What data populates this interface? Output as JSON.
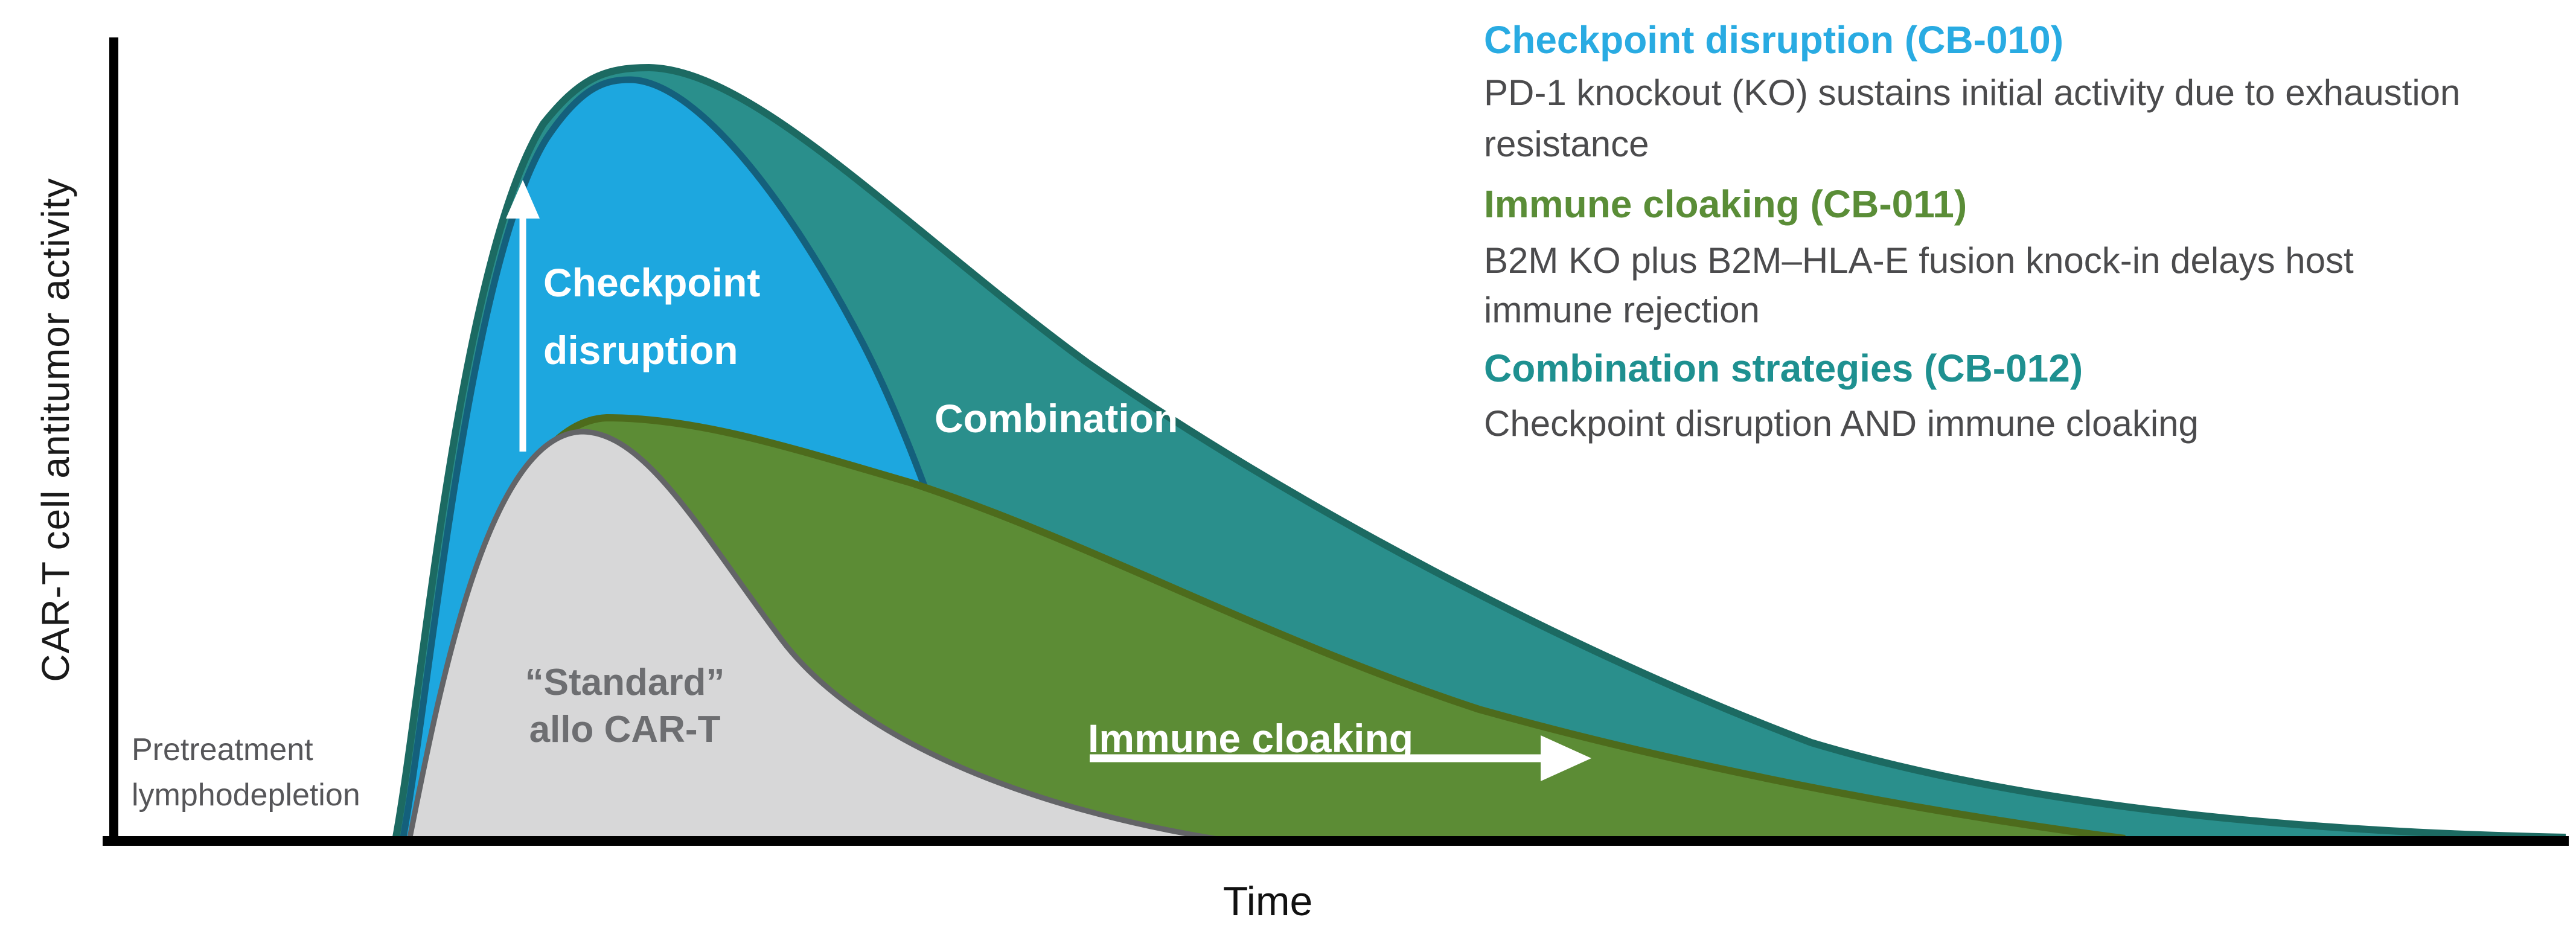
{
  "figure": {
    "type": "conceptual area chart",
    "axes": {
      "y_label": "CAR-T cell antitumor activity",
      "x_label": "Time"
    },
    "curve_labels": {
      "checkpoint_line1": "Checkpoint",
      "checkpoint_line2": "disruption",
      "combination": "Combination",
      "immune_cloaking": "Immune cloaking",
      "standard_line1": "“Standard”",
      "standard_line2": "allo CAR-T",
      "pretreatment_line1": "Pretreatment",
      "pretreatment_line2": "lymphodepletion"
    },
    "legend": {
      "items": [
        {
          "title": "Checkpoint disruption (CB-010)",
          "title_color": "#29abe2",
          "desc_line1": "PD-1 knockout (KO) sustains initial activity due to exhaustion",
          "desc_line2": "resistance"
        },
        {
          "title": "Immune cloaking (CB-011)",
          "title_color": "#5a8d37",
          "desc_line1": "B2M KO plus B2M–HLA-E fusion knock-in delays host",
          "desc_line2": "immune rejection"
        },
        {
          "title": "Combination strategies (CB-012)",
          "title_color": "#1e9090",
          "desc_line1": "Checkpoint disruption AND immune cloaking",
          "desc_line2": ""
        }
      ]
    },
    "colors": {
      "combination_fill": "#2a8f8c",
      "combination_stroke": "#1c6a62",
      "checkpoint_fill": "#1da7df",
      "checkpoint_stroke": "#14607c",
      "immune_fill": "#5c8c35",
      "immune_stroke": "#4d6b1c",
      "standard_fill": "#d7d7d8",
      "standard_stroke": "#636467",
      "axis": "#000000",
      "annotation_arrows": "#ffffff",
      "body_text": "#4b4b4d"
    }
  },
  "chart_data": {
    "type": "area",
    "title": "",
    "xlabel": "Time",
    "ylabel": "CAR-T cell antitumor activity",
    "x_axis_ticks": [],
    "y_axis_ticks": [],
    "grid": false,
    "legend_position": "top-right",
    "note": "Conceptual (unitless) curves; x and y given as fractions of the axis ranges (x: 0=origin, 1=right end of Time axis; y: 0=baseline, 1=peak of Combination curve).",
    "series": [
      {
        "name": "Combination (CB-012)",
        "fill": "#2a8f8c",
        "points": [
          [
            0.116,
            0
          ],
          [
            0.15,
            0.45
          ],
          [
            0.219,
            1.0
          ],
          [
            0.3,
            0.79
          ],
          [
            0.4,
            0.6
          ],
          [
            0.49,
            0.42
          ],
          [
            0.56,
            0.3
          ],
          [
            0.69,
            0.13
          ],
          [
            0.82,
            0.03
          ],
          [
            1.0,
            0.005
          ]
        ]
      },
      {
        "name": "Checkpoint disruption (CB-010)",
        "fill": "#1da7df",
        "points": [
          [
            0.119,
            0
          ],
          [
            0.15,
            0.46
          ],
          [
            0.212,
            0.98
          ],
          [
            0.306,
            0.64
          ],
          [
            0.336,
            0.45
          ],
          [
            0.373,
            0
          ]
        ]
      },
      {
        "name": "Immune cloaking (CB-011)",
        "fill": "#5c8c35",
        "points": [
          [
            0.124,
            0
          ],
          [
            0.16,
            0.35
          ],
          [
            0.202,
            0.55
          ],
          [
            0.326,
            0.46
          ],
          [
            0.46,
            0.25
          ],
          [
            0.557,
            0.17
          ],
          [
            0.69,
            0.08
          ],
          [
            0.82,
            0
          ]
        ]
      },
      {
        "name": "\"Standard\" allo CAR-T",
        "fill": "#d7d7d8",
        "points": [
          [
            0.122,
            0
          ],
          [
            0.16,
            0.33
          ],
          [
            0.192,
            0.53
          ],
          [
            0.273,
            0.26
          ],
          [
            0.323,
            0.16
          ],
          [
            0.454,
            0
          ]
        ]
      }
    ],
    "annotations": [
      {
        "text": "Checkpoint disruption",
        "style": "white bold label with upward white arrow",
        "region": "inside blue area"
      },
      {
        "text": "Combination",
        "style": "white bold label",
        "region": "inside teal area"
      },
      {
        "text": "Immune cloaking",
        "style": "white bold label with rightward white arrow",
        "region": "inside green area"
      },
      {
        "text": "“Standard” allo CAR-T",
        "style": "gray bold label",
        "region": "inside gray area"
      },
      {
        "text": "Pretreatment lymphodepletion",
        "style": "gray label",
        "region": "left of curve takeoff, above x-axis"
      }
    ]
  }
}
